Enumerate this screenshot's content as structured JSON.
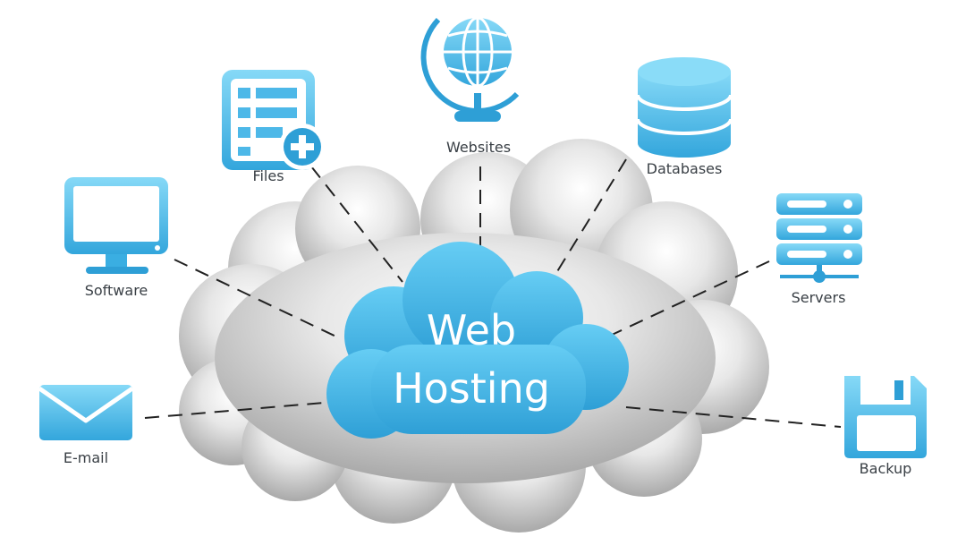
{
  "center": {
    "line1": "Web",
    "line2": "Hosting"
  },
  "nodes": {
    "websites": {
      "label": "Websites",
      "icon": "globe-icon"
    },
    "files": {
      "label": "Files",
      "icon": "file-add-icon"
    },
    "databases": {
      "label": "Databases",
      "icon": "database-icon"
    },
    "software": {
      "label": "Software",
      "icon": "monitor-icon"
    },
    "servers": {
      "label": "Servers",
      "icon": "server-icon"
    },
    "email": {
      "label": "E-mail",
      "icon": "envelope-icon"
    },
    "backup": {
      "label": "Backup",
      "icon": "floppy-disk-icon"
    }
  },
  "colors": {
    "icon_light": "#7fd6f6",
    "icon_dark": "#2e9fd6",
    "cloud_grey": "#c9c9c9",
    "label": "#3a4046"
  }
}
